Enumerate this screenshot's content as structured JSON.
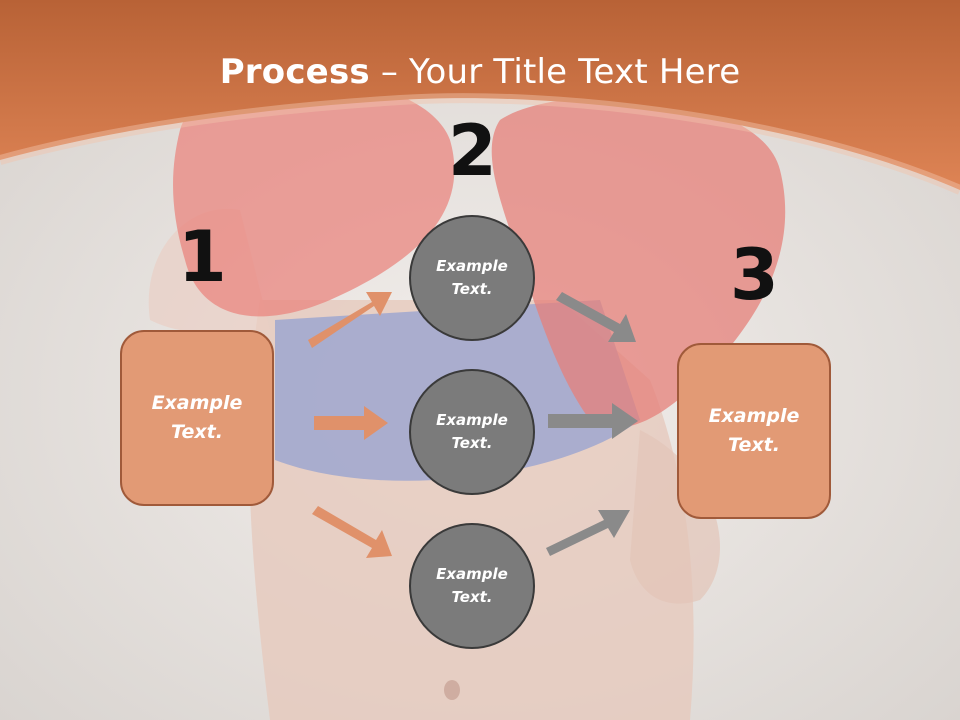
{
  "slide": {
    "title_strong": "Process",
    "title_rest": " – Your Title Text Here",
    "step_numbers": [
      "1",
      "2",
      "3"
    ],
    "left_box_text": "Example Text.",
    "right_box_text": "Example Text.",
    "circles": [
      "Example Text.",
      "Example Text.",
      "Example Text."
    ]
  },
  "colors": {
    "header_orange": "#d5764a",
    "box_fill": "#e29a75",
    "box_border": "#a05a3a",
    "circle_fill": "#7b7b7b",
    "circle_border": "#3a3a3a",
    "orange_arrow": "#e0916a",
    "gray_arrow": "#8a8a8a"
  },
  "icons": [
    "background-photo-boxer",
    "arrow-right-icon"
  ]
}
